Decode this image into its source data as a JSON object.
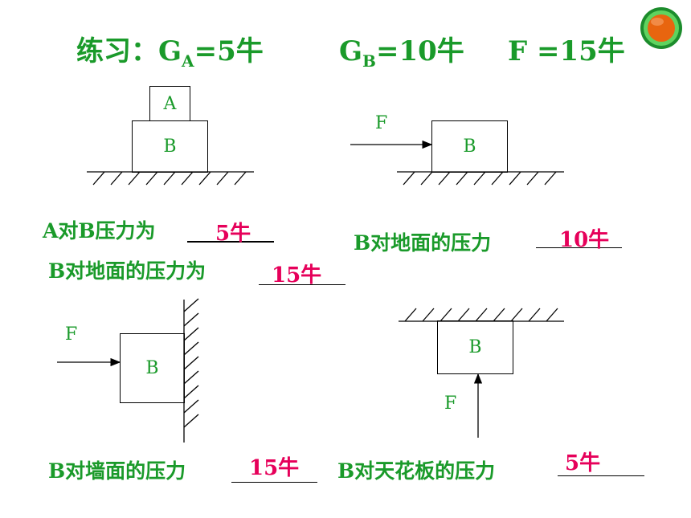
{
  "title": {
    "prefix": "练习：G",
    "ga_sub": "A",
    "ga_val": "=5牛",
    "gb_pre": "G",
    "gb_sub": "B",
    "gb_val": "=10牛",
    "f": "F =15牛"
  },
  "block_labels": {
    "a": "A",
    "b": "B",
    "f": "F"
  },
  "questions": {
    "q1": {
      "text": "A对B压力为",
      "answer": "5牛"
    },
    "q2": {
      "text": "B对地面的压力为",
      "answer": "15牛"
    },
    "q3": {
      "text": "B对地面的压力",
      "answer": "10牛"
    },
    "q4": {
      "text": "B对墙面的压力",
      "answer": "15牛"
    },
    "q5": {
      "text": "B对天花板的压力",
      "answer": "5牛"
    }
  },
  "nav_button_color": "#e8650f"
}
